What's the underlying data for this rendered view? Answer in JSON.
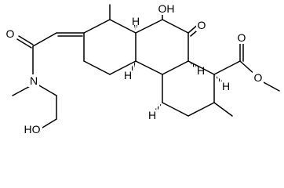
{
  "molecule": {
    "atom_labels": {
      "oxygen": "O",
      "nitrogen": "N",
      "hydrogen": "H",
      "hydroxyl": "OH",
      "hydroxyl_terminal": "HO"
    },
    "colors": {
      "bond": "#000000",
      "label": "#000000",
      "background": "#ffffff"
    }
  }
}
